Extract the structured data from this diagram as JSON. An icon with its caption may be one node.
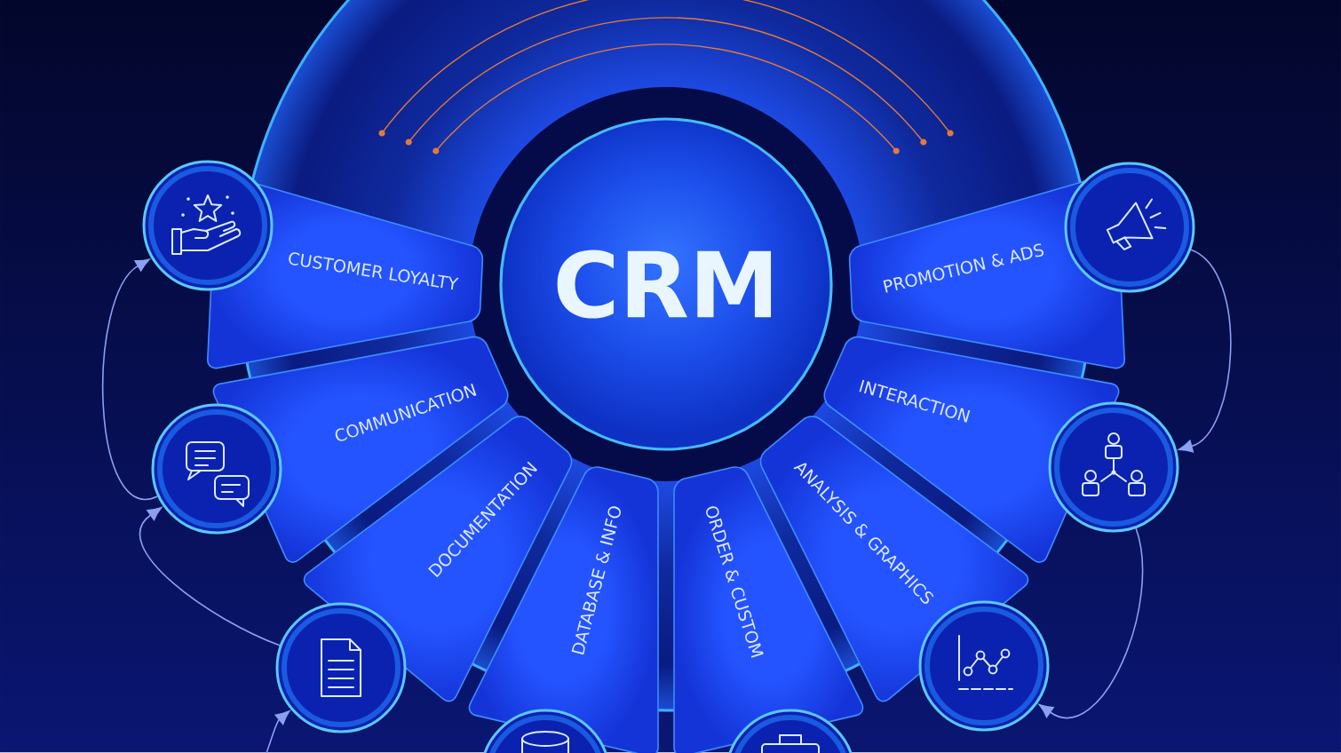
{
  "diagram": {
    "nodes": [
      {
        "text": [
          "CRM"
        ]
      },
      {
        "text": [
          "CUSTOMER LOYALTY"
        ]
      },
      {
        "text": [
          "COMMUNICATION"
        ]
      },
      {
        "text": [
          "DOCUMENTATION"
        ]
      },
      {
        "text": [
          "DATABASE & INFO"
        ]
      },
      {
        "text": [
          "ORDER & CUSTOM"
        ]
      },
      {
        "text": [
          "ANALYSIS & GRAPHICS"
        ]
      },
      {
        "text": [
          "INTERACTION"
        ]
      },
      {
        "text": [
          "PROMOTION & ADS"
        ]
      },
      {
        "text": [],
        "shape": "circle"
      },
      {
        "text": [],
        "shape": "circle"
      },
      {
        "text": [],
        "shape": "circle"
      },
      {
        "text": [],
        "shape": "circle"
      },
      {
        "text": [],
        "shape": "circle"
      },
      {
        "text": [],
        "shape": "circle"
      },
      {
        "text": [],
        "shape": "circle"
      },
      {
        "text": [],
        "shape": "circle"
      }
    ],
    "edges": [
      {
        "from": 11,
        "to": 10,
        "arrow": "to"
      },
      {
        "from": 10,
        "to": 9,
        "arrow": "to"
      },
      {
        "from": 16,
        "to": 15,
        "arrow": "to"
      },
      {
        "from": 15,
        "to": 14,
        "arrow": "to"
      },
      {
        "from": null,
        "to": 11,
        "arrow": "to"
      }
    ]
  }
}
